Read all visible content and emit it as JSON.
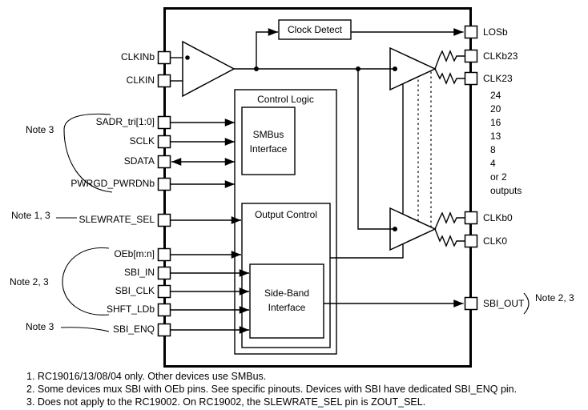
{
  "diagram": {
    "boxes": {
      "clock_detect": "Clock Detect",
      "control_logic": "Control Logic",
      "smbus_line1": "SMBus",
      "smbus_line2": "Interface",
      "output_control": "Output Control",
      "sideband_line1": "Side-Band",
      "sideband_line2": "Interface"
    },
    "pins_left": [
      "CLKINb",
      "CLKIN",
      "SADR_tri[1:0]",
      "SCLK",
      "SDATA",
      "PWRGD_PWRDNb",
      "SLEWRATE_SEL",
      "OEb[m:n]",
      "SBI_IN",
      "SBI_CLK",
      "SHFT_LDb",
      "SBI_ENQ"
    ],
    "pins_right": [
      "LOSb",
      "CLKb23",
      "CLK23",
      "CLKb0",
      "CLK0",
      "SBI_OUT"
    ],
    "outputs_column": [
      "24",
      "20",
      "16",
      "13",
      "8",
      "4",
      "or 2",
      "outputs"
    ],
    "notes": {
      "top": "Note 3",
      "slewrate": "Note 1, 3",
      "sbi_group": "Note 2, 3",
      "sbi_enq": "Note 3",
      "sbi_out": "Note 2, 3"
    },
    "footnotes": [
      "1. RC19016/13/08/04 only. Other devices use SMBus.",
      "2. Some devices mux SBI with OEb pins. See specific pinouts. Devices with SBI have dedicated SBI_ENQ pin.",
      "3. Does not apply to the RC19002. On RC19002, the SLEWRATE_SEL pin is ZOUT_SEL."
    ],
    "colors": {
      "line": "#000000",
      "background": "#ffffff"
    }
  }
}
